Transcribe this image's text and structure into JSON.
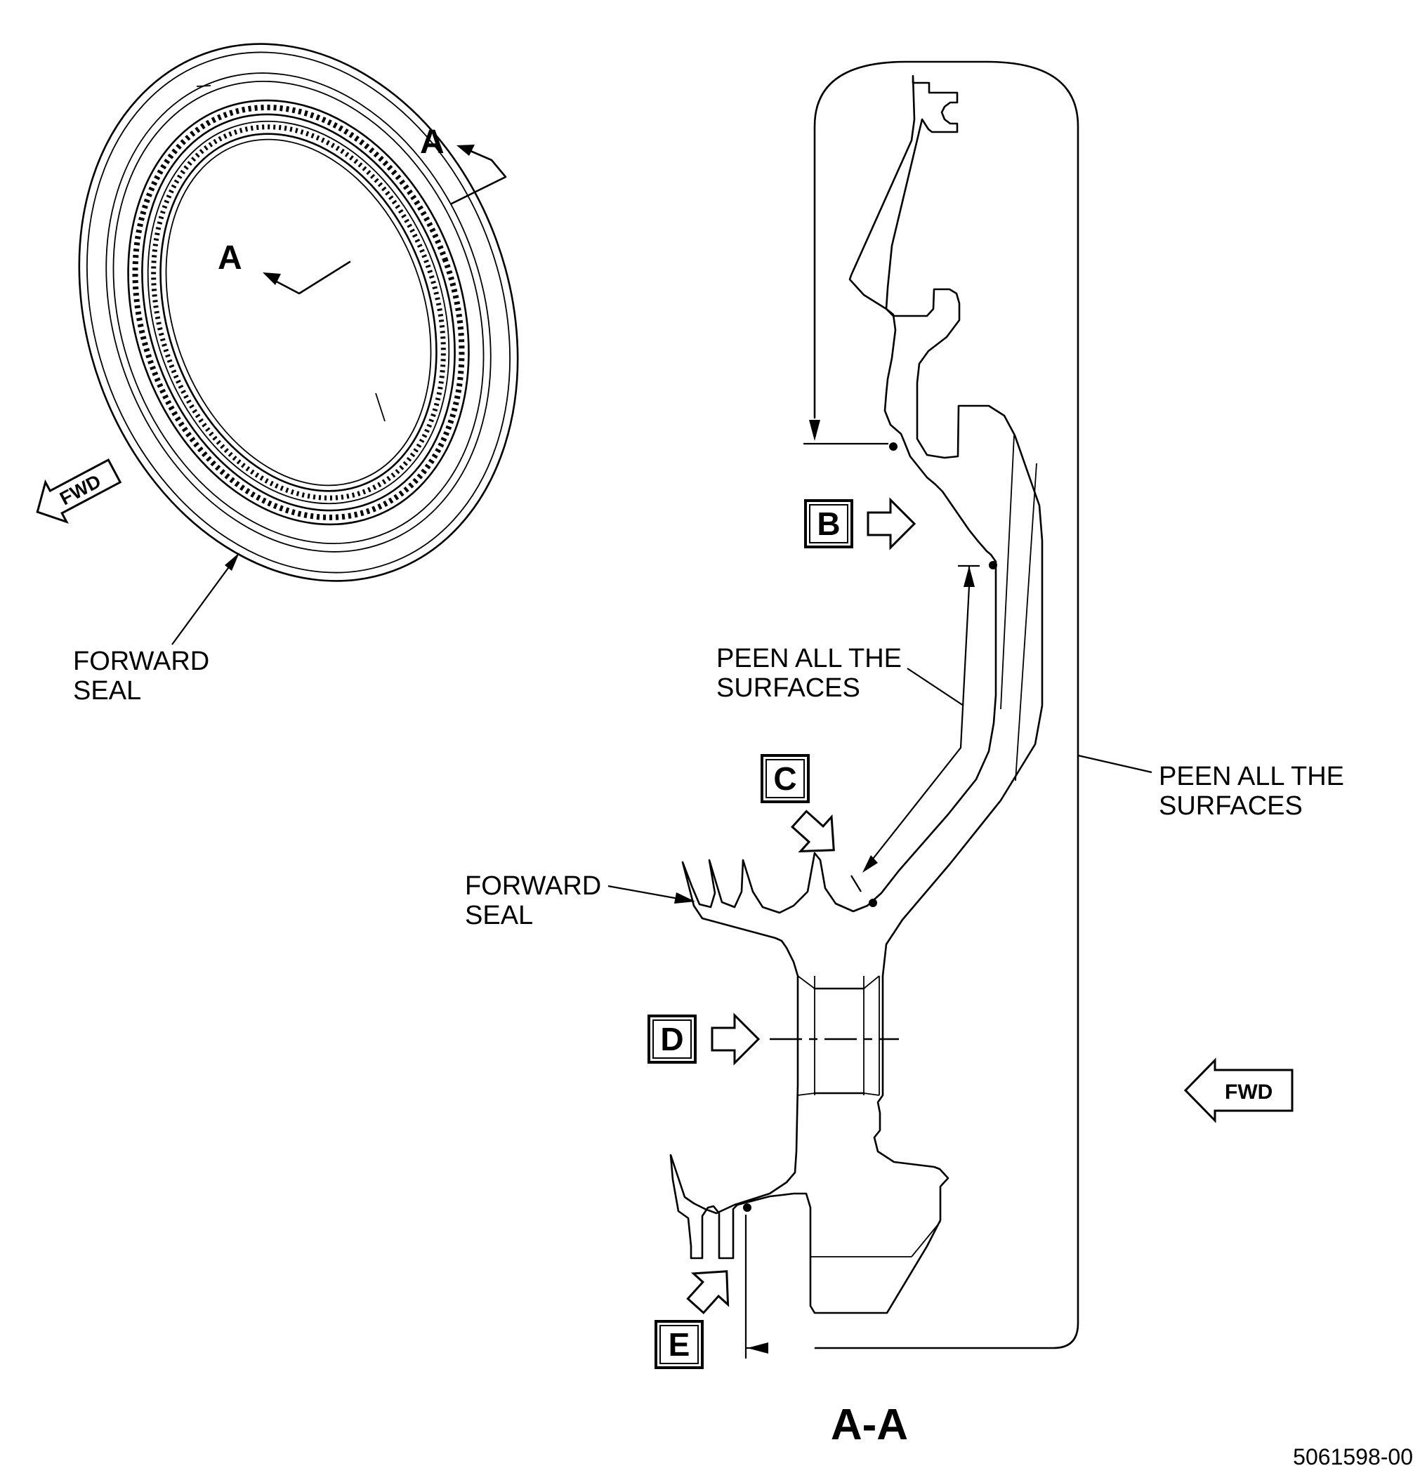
{
  "view": {
    "section_markers": [
      "A",
      "A"
    ],
    "fwd_label_left": "FWD",
    "forward_seal_label_left": [
      "FORWARD",
      "SEAL"
    ]
  },
  "section": {
    "title": "A-A",
    "callouts": [
      "B",
      "C",
      "D",
      "E"
    ],
    "peen_label_inner": [
      "PEEN ALL THE",
      "SURFACES"
    ],
    "peen_label_outer": [
      "PEEN ALL THE",
      "SURFACES"
    ],
    "forward_seal_label": [
      "FORWARD",
      "SEAL"
    ],
    "fwd_label_right": "FWD"
  },
  "figure_number": "5061598-00"
}
